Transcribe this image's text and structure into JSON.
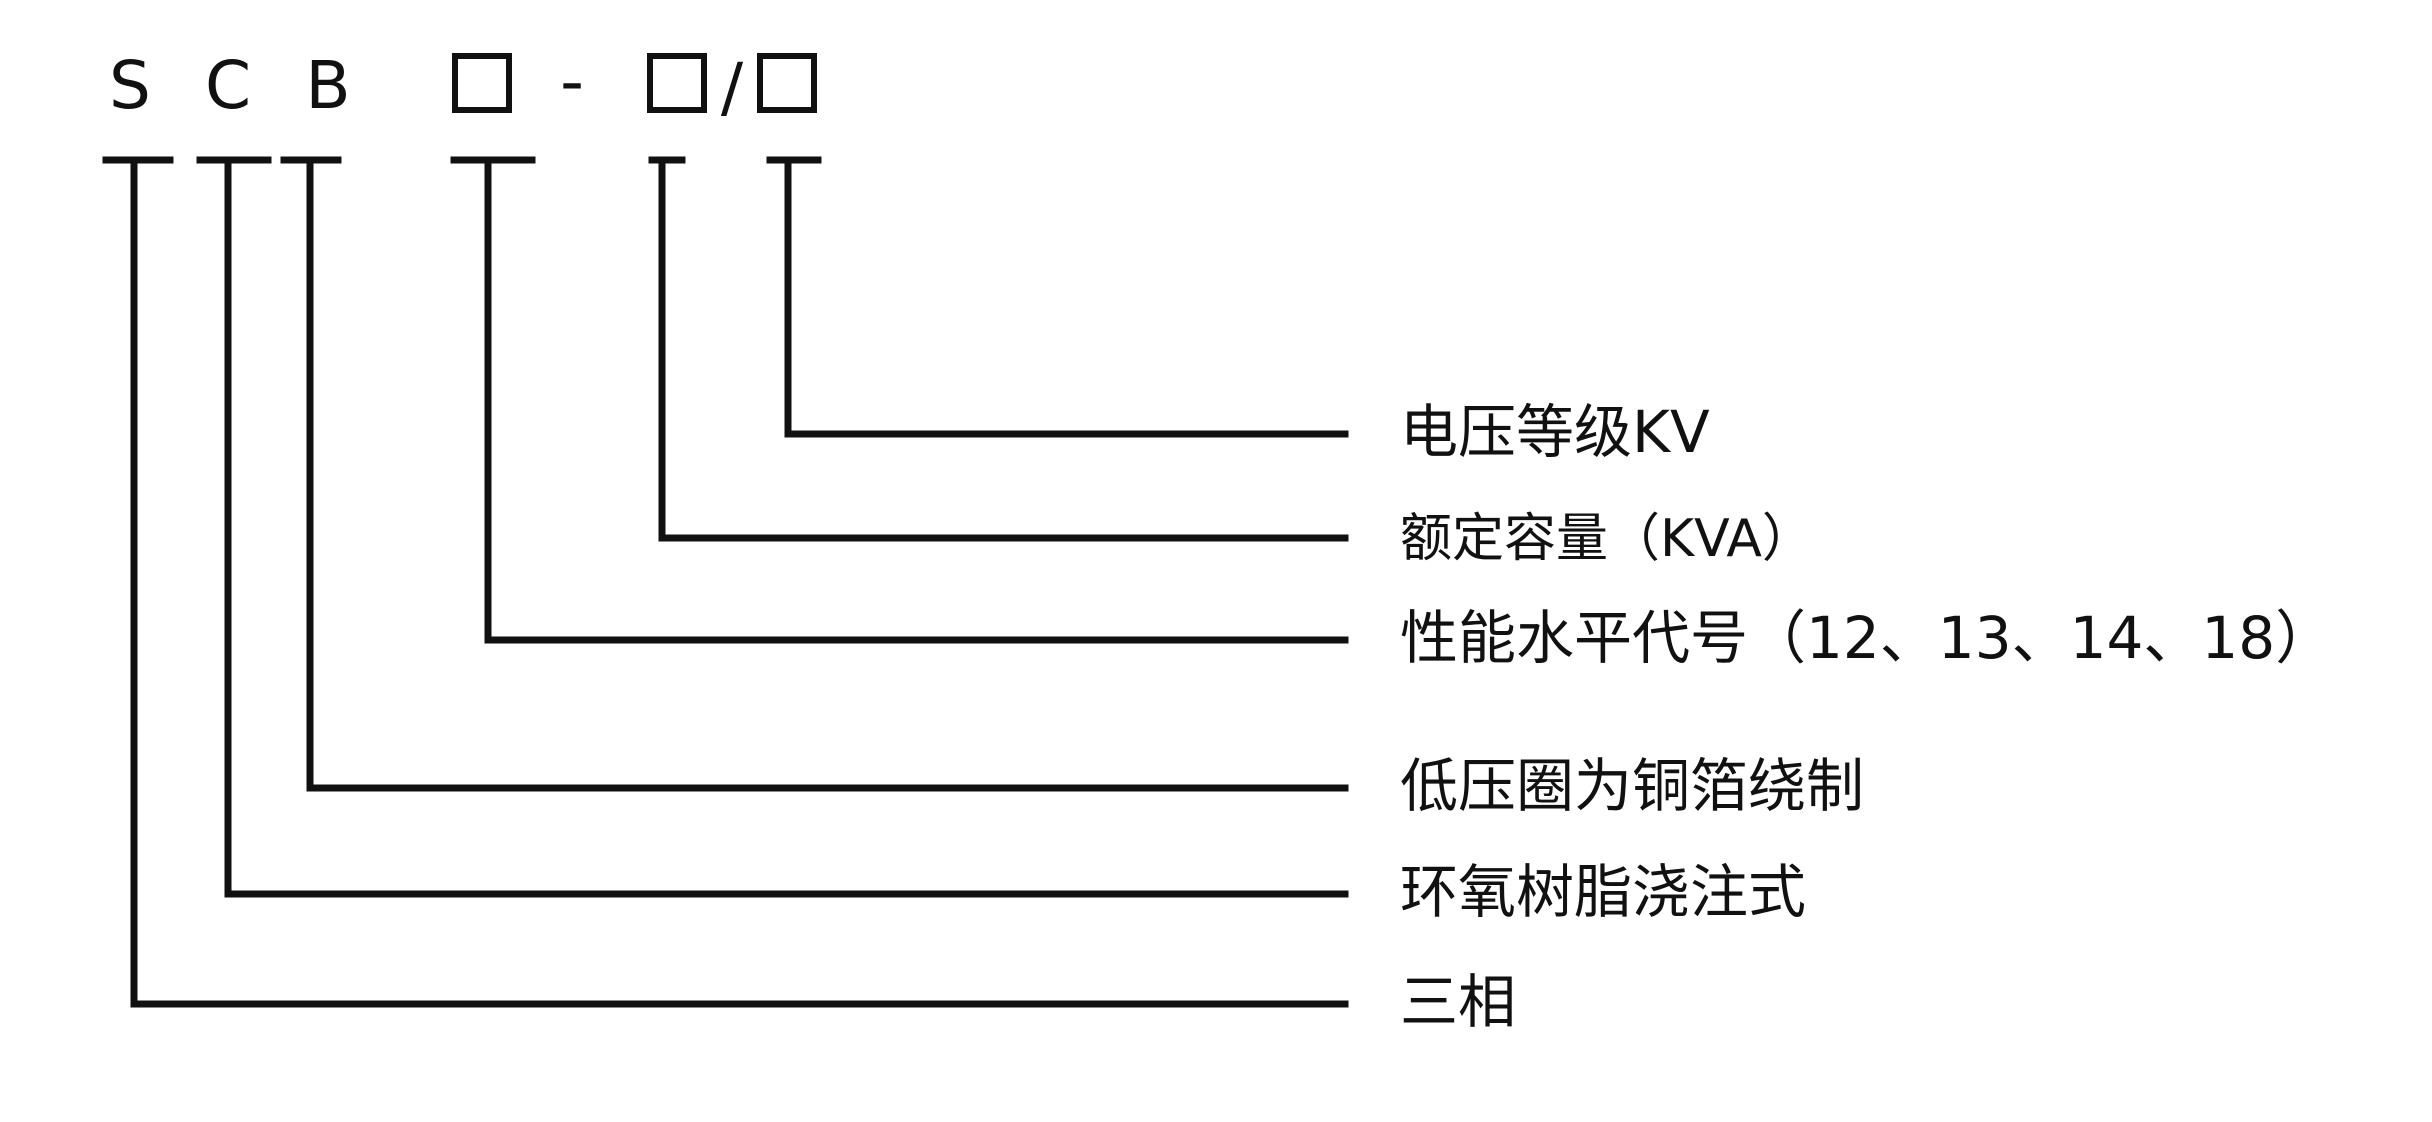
{
  "code": {
    "letter_s": "S",
    "letter_c": "C",
    "letter_b": "B",
    "dash": "-",
    "slash": "/"
  },
  "labels": {
    "voltage": "电压等级KV",
    "capacity": "额定容量（KVA）",
    "performance": "性能水平代号（12、13、14、18）",
    "winding": "低压圈为铜箔绕制",
    "epoxy": "环氧树脂浇注式",
    "phase": "三相"
  }
}
